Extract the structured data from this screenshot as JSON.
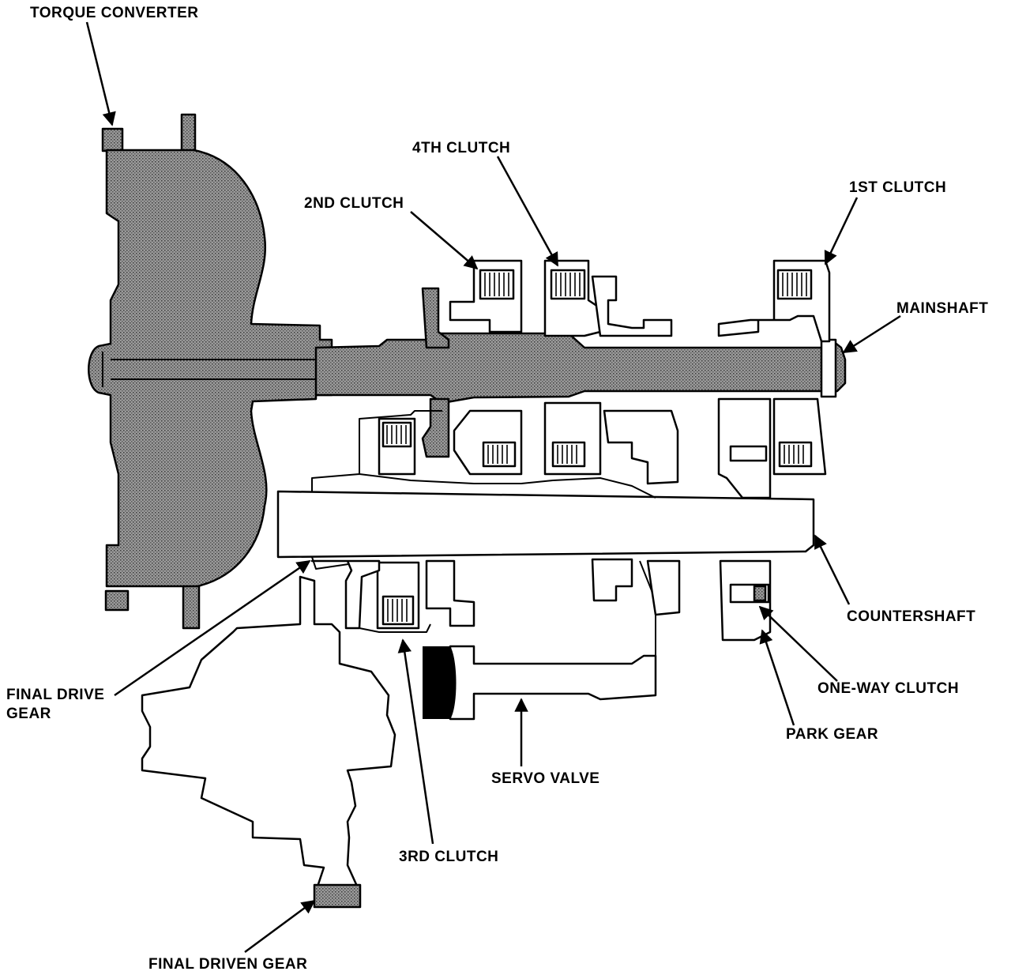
{
  "labels": {
    "torque_converter": "TORQUE CONVERTER",
    "fourth_clutch": "4TH CLUTCH",
    "second_clutch": "2ND CLUTCH",
    "first_clutch": "1ST CLUTCH",
    "mainshaft": "MAINSHAFT",
    "countershaft": "COUNTERSHAFT",
    "final_drive_gear_line1": "FINAL DRIVE",
    "final_drive_gear_line2": "GEAR",
    "one_way_clutch": "ONE-WAY CLUTCH",
    "park_gear": "PARK GEAR",
    "servo_valve": "SERVO VALVE",
    "third_clutch": "3RD CLUTCH",
    "final_driven_gear": "FINAL DRIVEN GEAR"
  }
}
